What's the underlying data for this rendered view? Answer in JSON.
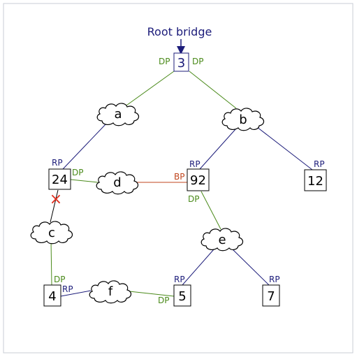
{
  "title": "Root bridge",
  "colors": {
    "designated": "#4a8a1a",
    "root_port": "#1c1c7a",
    "blocked": "#c0461e",
    "border": "#c8ccd4",
    "box": "#000000",
    "cross": "#e03020"
  },
  "bridges": {
    "b3": "3",
    "b24": "24",
    "b92": "92",
    "b12": "12",
    "b4": "4",
    "b5": "5",
    "b7": "7"
  },
  "segments": {
    "a": "a",
    "b": "b",
    "c": "c",
    "d": "d",
    "e": "e",
    "f": "f"
  },
  "ports": {
    "dp": "DP",
    "rp": "RP",
    "bp": "BP"
  },
  "blocked_marker": "×"
}
